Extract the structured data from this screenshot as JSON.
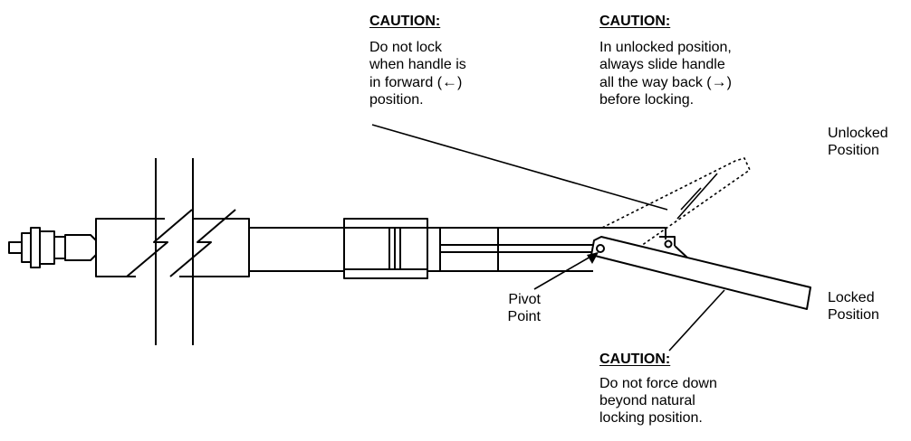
{
  "caution1": {
    "heading": "CAUTION:",
    "line1": "Do not lock",
    "line2": "when handle is",
    "line3_pre": "in forward (",
    "line3_arrow": "←",
    "line3_post": ")",
    "line4": "position."
  },
  "caution2": {
    "heading": "CAUTION:",
    "line1": "In unlocked position,",
    "line2": "always slide handle",
    "line3_pre": "all the way back (",
    "line3_arrow": "→",
    "line3_post": ")",
    "line4": "before locking."
  },
  "caution3": {
    "heading": "CAUTION:",
    "line1": "Do not force down",
    "line2": "beyond natural",
    "line3": "locking position."
  },
  "labels": {
    "unlocked_line1": "Unlocked",
    "unlocked_line2": "Position",
    "locked_line1": "Locked",
    "locked_line2": "Position",
    "pivot_line1": "Pivot",
    "pivot_line2": "Point"
  }
}
